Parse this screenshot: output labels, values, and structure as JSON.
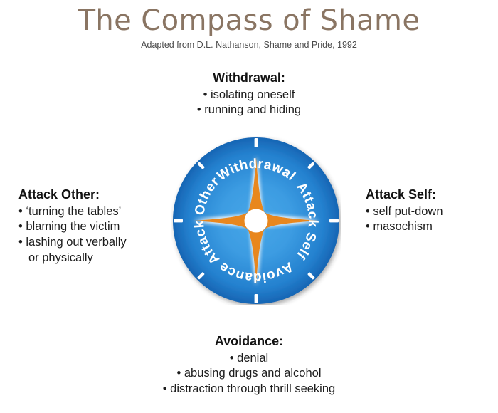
{
  "header": {
    "title": "The Compass of Shame",
    "subtitle": "Adapted from D.L. Nathanson, Shame and Pride, 1992",
    "title_color": "#8a7563"
  },
  "compass": {
    "fill_outer_color": "#1a6fc0",
    "fill_inner_color": "#3c9ce2",
    "needle_color": "#e8871e",
    "hub_color": "#ffffff",
    "tick_color": "#ffffff",
    "arc_labels": {
      "north": "Withdrawal",
      "east": "Attack Self",
      "south": "Avoidance",
      "west": "Attack Other"
    }
  },
  "quadrants": [
    {
      "id": "withdrawal",
      "heading": "Withdrawal:",
      "items": [
        "isolating oneself",
        "running and hiding"
      ]
    },
    {
      "id": "attack-other",
      "heading": "Attack Other:",
      "items": [
        "‘turning the tables’",
        "blaming the victim",
        "lashing out verbally",
        "or physically"
      ]
    },
    {
      "id": "attack-self",
      "heading": "Attack Self:",
      "items": [
        "self put-down",
        "masochism"
      ]
    },
    {
      "id": "avoidance",
      "heading": "Avoidance:",
      "items": [
        "denial",
        "abusing drugs and alcohol",
        "distraction through thrill seeking"
      ]
    }
  ]
}
